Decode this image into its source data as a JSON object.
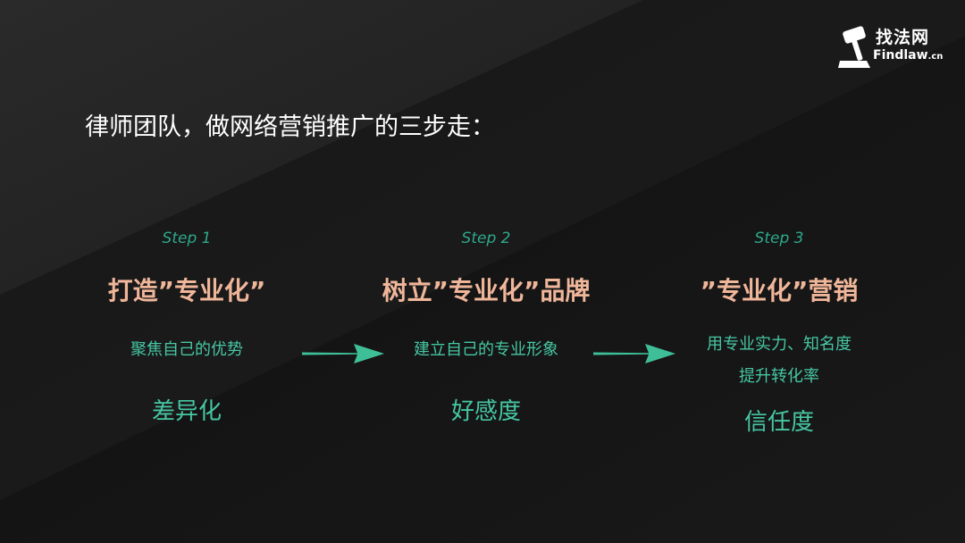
{
  "brand": {
    "name_cn": "找法网",
    "name_en": "Findlaw",
    "domain_suffix": ".cn",
    "logo_icon": "gavel-icon"
  },
  "headline": "律师团队，做网络营销推广的三步走：",
  "steps": [
    {
      "label": "Step 1",
      "title": "打造”专业化”",
      "description_lines": [
        "聚焦自己的优势"
      ],
      "result": "差异化"
    },
    {
      "label": "Step 2",
      "title": "树立”专业化”品牌",
      "description_lines": [
        "建立自己的专业形象"
      ],
      "result": "好感度"
    },
    {
      "label": "Step 3",
      "title": "”专业化”营销",
      "description_lines": [
        "用专业实力、知名度",
        "提升转化率"
      ],
      "result": "信任度"
    }
  ],
  "arrow_icon": "arrow-right-icon",
  "colors": {
    "background": "#161616",
    "headline": "#ffffff",
    "step_label": "#2fa98a",
    "step_title": "#f0b69a",
    "accent_green": "#46c7a2"
  }
}
